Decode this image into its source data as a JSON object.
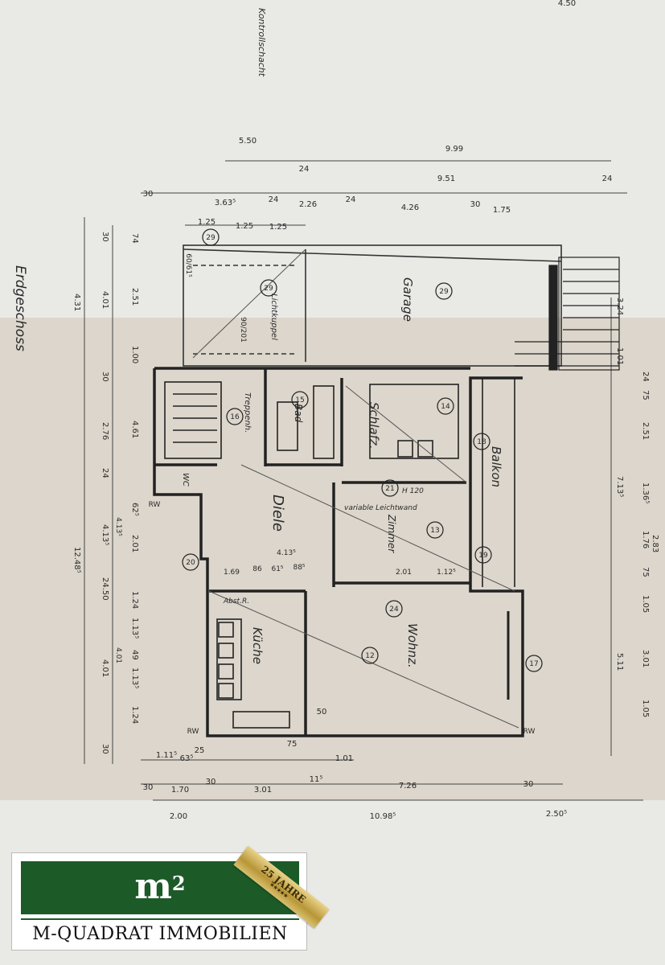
{
  "plan": {
    "floor_label": "Erdgeschoss",
    "shaft_label": "Kontrollschacht",
    "rooms": {
      "garage": "Garage",
      "bad": "Bad",
      "schlafz": "Schlafz.",
      "balkon": "Balkon",
      "diele": "Diele",
      "zimmer": "Zimmer",
      "wohnz": "Wohnz.",
      "kueche": "Küche",
      "wc": "WC",
      "treppenh": "Treppenh.",
      "lichtkuppel": "Lichtkuppel",
      "abst": "Abst.R.",
      "leitwand": "variable Leichtwand",
      "schrank": "H 120"
    },
    "dims_top": [
      "5.50",
      "9.99",
      "24",
      "9.51",
      "24",
      "30",
      "3.63⁵",
      "24",
      "2.26",
      "24",
      "4.26",
      "30",
      "1.75",
      "1.25",
      "1.25",
      "1.25",
      "4.50"
    ],
    "dims_left": [
      "30",
      "74",
      "2.51",
      "1.00",
      "4.01",
      "4.31",
      "30",
      "2.76",
      "4.61",
      "24",
      "4.13⁵",
      "2.01",
      "24.50",
      "1.24",
      "1.13⁵",
      "49",
      "1.13⁵",
      "1.24",
      "4.01",
      "12.48⁵",
      "30",
      "62⁵"
    ],
    "dims_right": [
      "3.24",
      "1.01",
      "24",
      "75",
      "2.51",
      "1.36⁵",
      "7.13⁵",
      "1.76",
      "75",
      "1.05",
      "3.01",
      "5.11",
      "1.05",
      "2.83"
    ],
    "dims_bottom": [
      "1.11⁵",
      "63⁵",
      "25",
      "30",
      "1.70",
      "30",
      "3.01",
      "11⁵",
      "7.26",
      "30",
      "2.00",
      "10.98⁵",
      "2.50⁵",
      "75",
      "1.01",
      "50"
    ],
    "dims_inner": [
      "4.13⁵",
      "1.69",
      "86",
      "61⁵",
      "88⁵",
      "2.01",
      "1.12⁵",
      "90/201",
      "60/61⁵",
      "4.01",
      "4.13⁵"
    ],
    "markers": [
      "29",
      "29",
      "29",
      "14",
      "15",
      "16",
      "18",
      "19",
      "13",
      "12",
      "17",
      "20",
      "24",
      "21",
      "RW",
      "RW",
      "RW"
    ]
  },
  "logo": {
    "mark": "m",
    "superscript": "2",
    "company": "M-QUADRAT IMMOBILIEN",
    "ribbon": "25 JAHRE",
    "ribbon_stars": "★★★★★"
  },
  "colors": {
    "paper": "#e9e9e6",
    "paper_band": "#dcd6cc",
    "ink": "#2a2a2a",
    "brand_green": "#1c5a28",
    "gold": "#c9a84a"
  }
}
